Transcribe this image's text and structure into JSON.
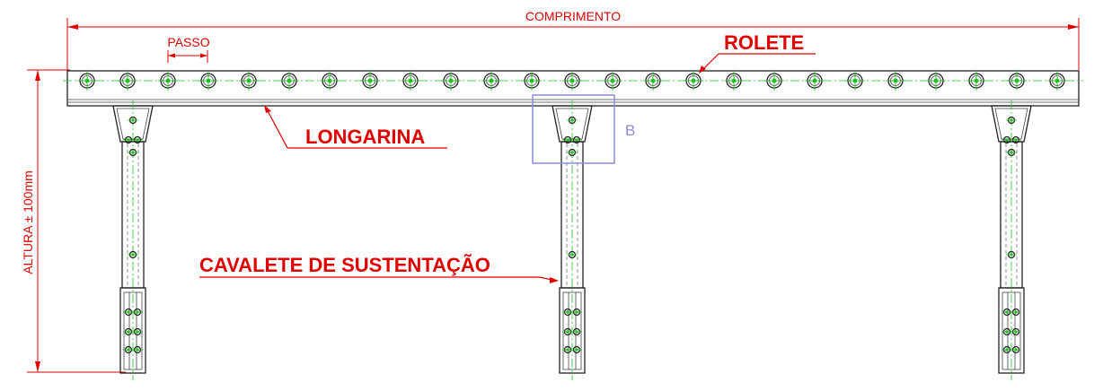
{
  "labels": {
    "comprimento": "COMPRIMENTO",
    "passo": "PASSO",
    "rolete": "ROLETE",
    "longarina": "LONGARINA",
    "cavalete": "CAVALETE DE SUSTENTAÇÃO",
    "altura": "ALTURA ± 100mm",
    "detail": "B"
  },
  "roller_count": 25,
  "leg_count": 3,
  "colors": {
    "annotation": "#e00000",
    "centerline": "#1cc21c",
    "detail_box": "#8c8ce0",
    "outline": "#222222"
  }
}
